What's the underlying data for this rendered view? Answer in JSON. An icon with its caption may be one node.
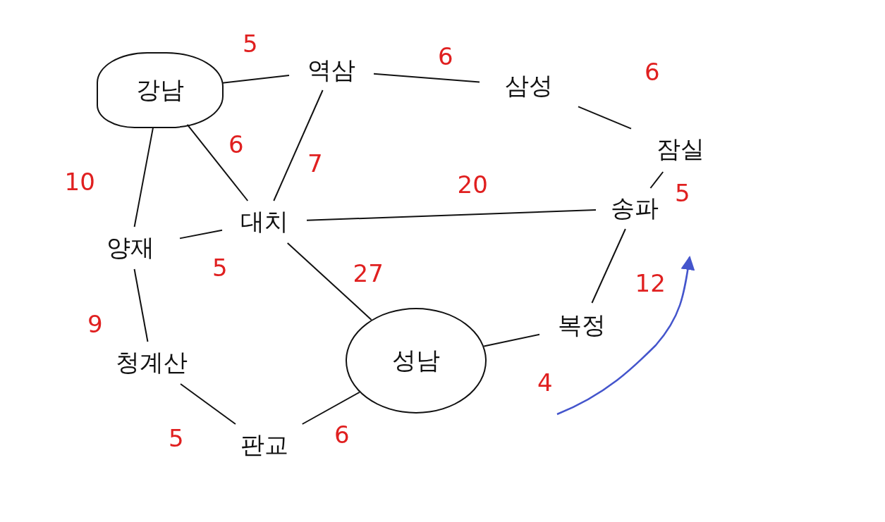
{
  "diagram": {
    "nodes": [
      {
        "text": [
          "강남"
        ]
      },
      {
        "text": [
          "역삼"
        ]
      },
      {
        "text": [
          "삼성"
        ]
      },
      {
        "text": [
          "잠실"
        ]
      },
      {
        "text": [
          "대치"
        ]
      },
      {
        "text": [
          "송파"
        ]
      },
      {
        "text": [
          "양재"
        ]
      },
      {
        "text": [
          "청계산"
        ]
      },
      {
        "text": [
          "성남"
        ]
      },
      {
        "text": [
          "복정"
        ]
      },
      {
        "text": [
          "판교"
        ]
      }
    ],
    "edges": [
      {
        "from": 0,
        "to": 1,
        "arrow": "none",
        "label": "5"
      },
      {
        "from": 1,
        "to": 2,
        "arrow": "none",
        "label": "6"
      },
      {
        "from": 2,
        "to": 3,
        "arrow": "none",
        "label": "6"
      },
      {
        "from": 0,
        "to": 4,
        "arrow": "none",
        "label": "6"
      },
      {
        "from": 1,
        "to": 4,
        "arrow": "none",
        "label": "7"
      },
      {
        "from": 0,
        "to": 6,
        "arrow": "none",
        "label": "10"
      },
      {
        "from": 4,
        "to": 5,
        "arrow": "none",
        "label": "20"
      },
      {
        "from": 3,
        "to": 5,
        "arrow": "none",
        "label": "5"
      },
      {
        "from": 6,
        "to": 4,
        "arrow": "none",
        "label": "5"
      },
      {
        "from": 4,
        "to": 8,
        "arrow": "none",
        "label": "27"
      },
      {
        "from": 5,
        "to": 9,
        "arrow": "none",
        "label": "12"
      },
      {
        "from": 6,
        "to": 7,
        "arrow": "none",
        "label": "9"
      },
      {
        "from": 9,
        "to": 8,
        "arrow": "none",
        "label": "4"
      },
      {
        "from": 7,
        "to": 10,
        "arrow": "none",
        "label": "5"
      },
      {
        "from": 10,
        "to": 8,
        "arrow": "none",
        "label": "6"
      }
    ]
  }
}
